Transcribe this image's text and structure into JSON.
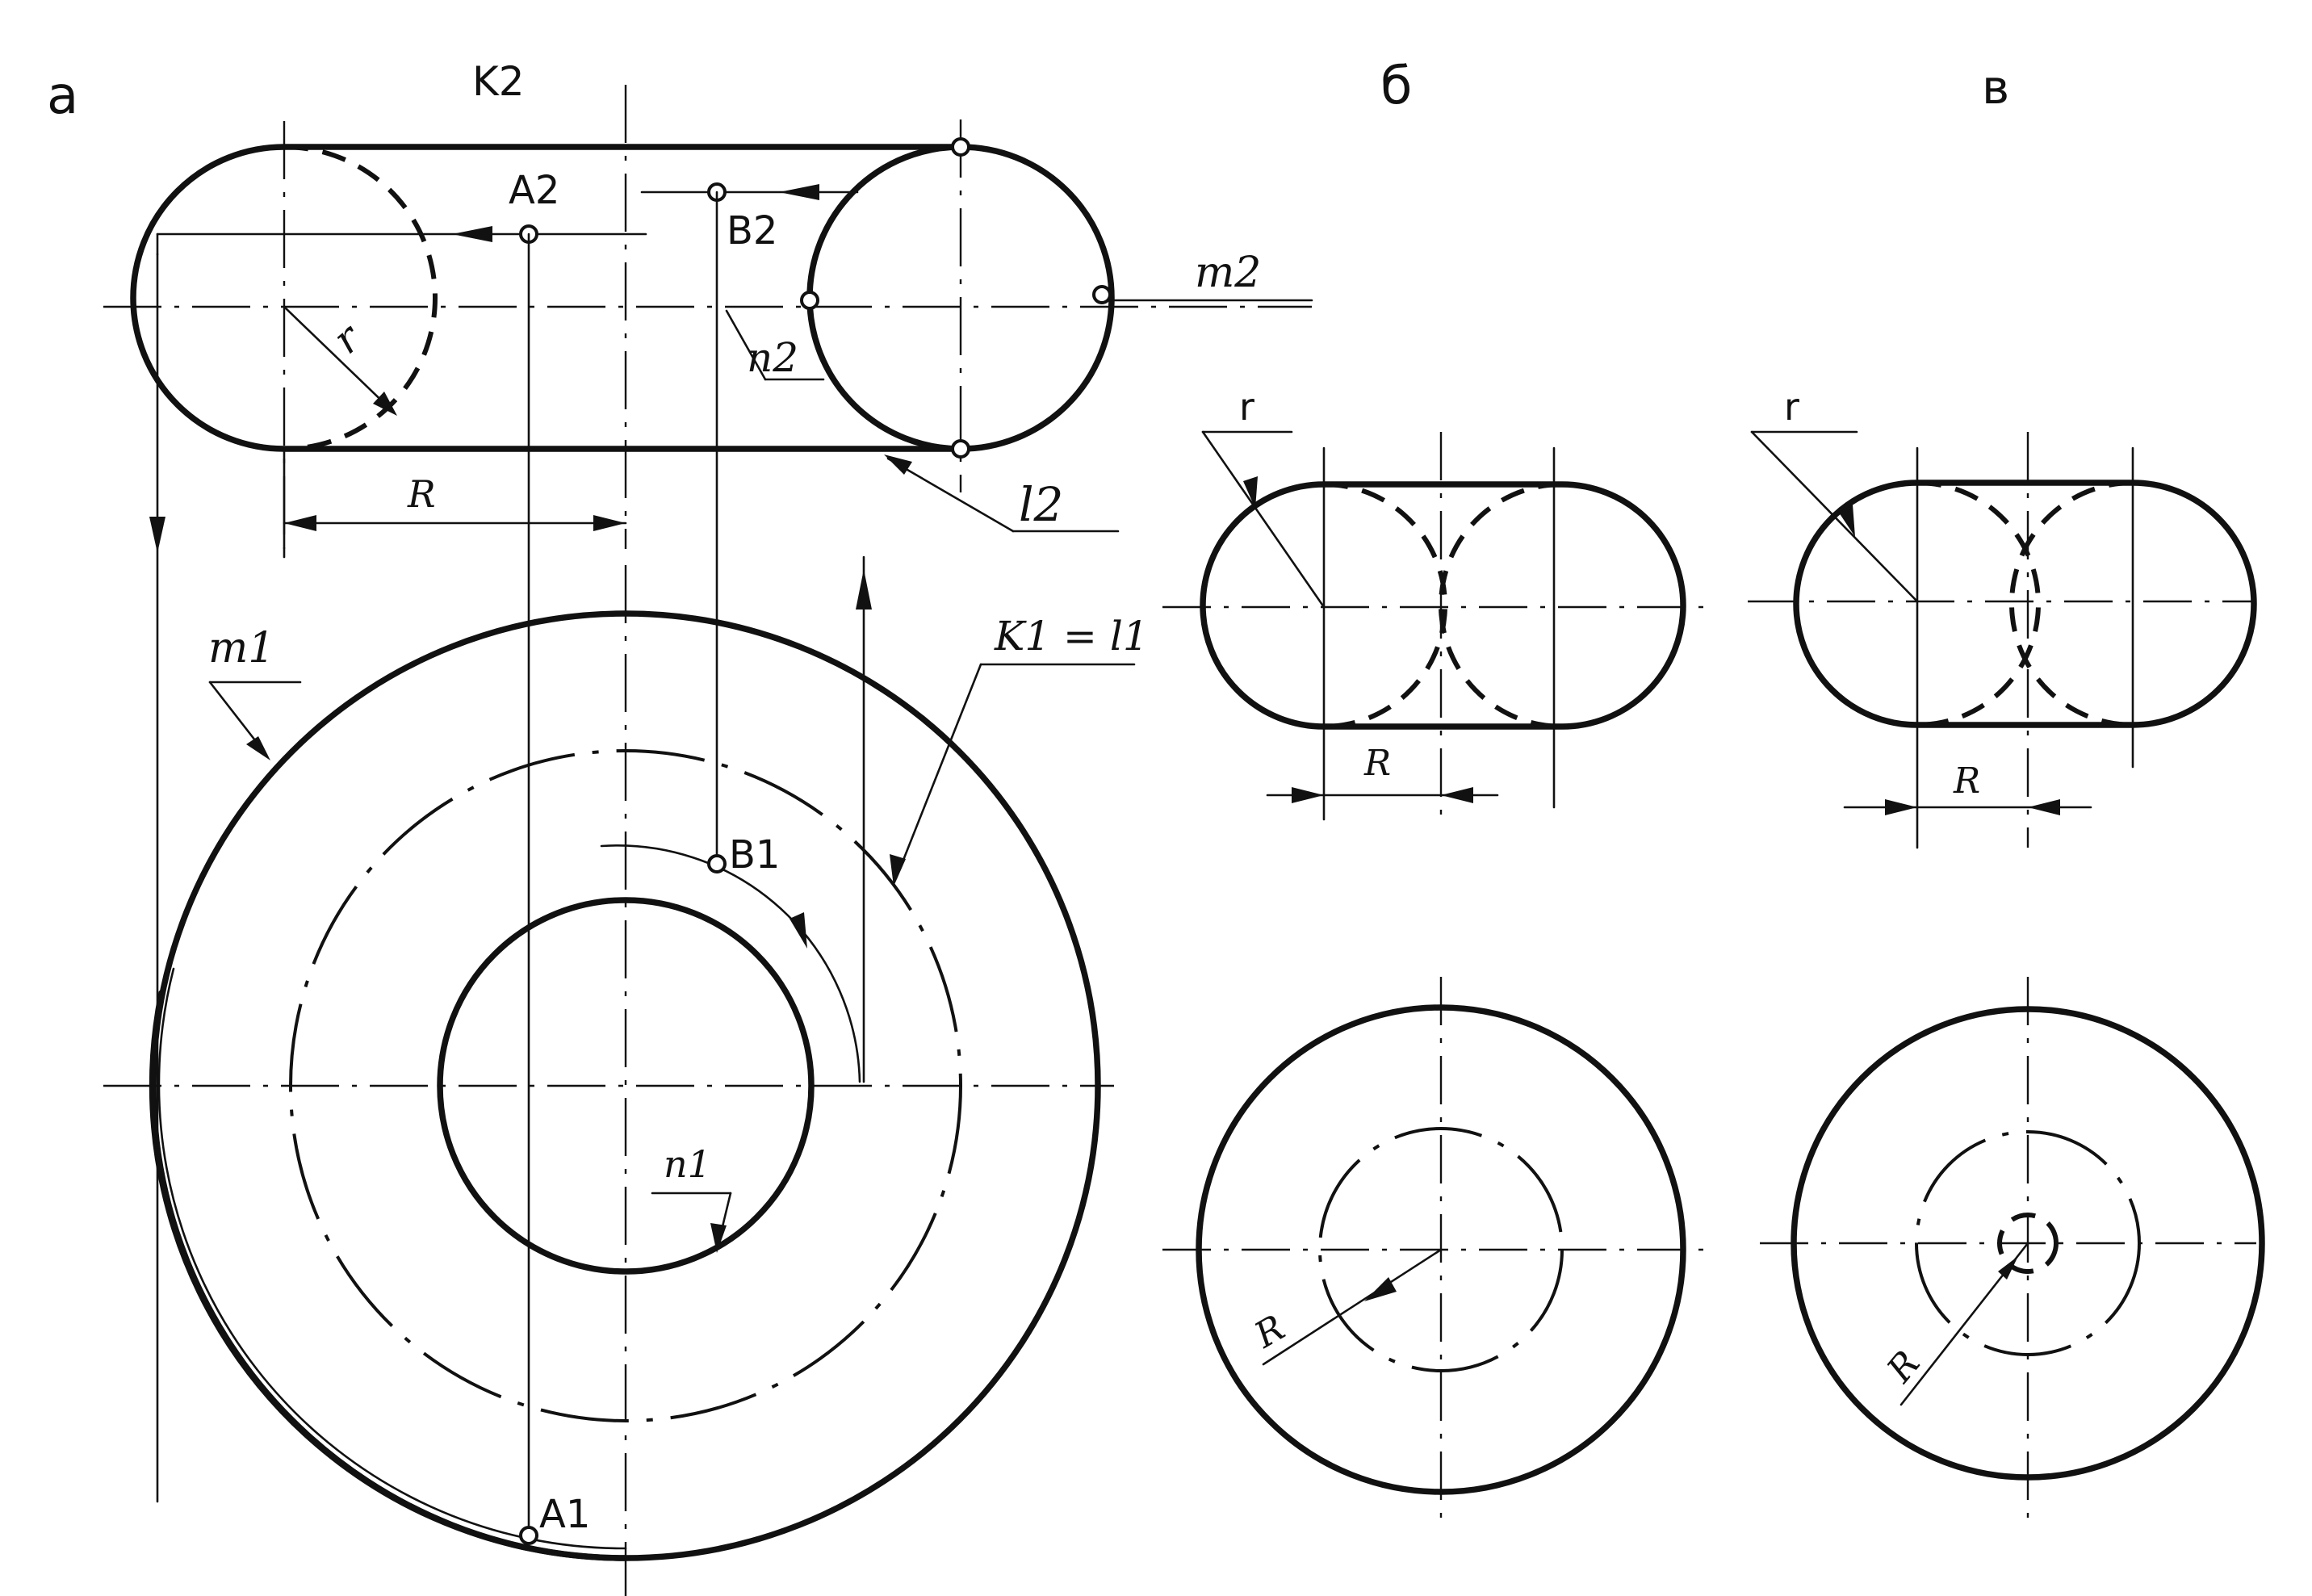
{
  "panels": {
    "a": "а",
    "b": "б",
    "v": "в"
  },
  "labels": {
    "k2": "K2",
    "m2": "m2",
    "n2": "n2",
    "l2": "l2",
    "A2": "A2",
    "B2": "B2",
    "r": "r",
    "R": "R",
    "m1": "m1",
    "k1_eq_l1": "K1 = l1",
    "B1": "B1",
    "n1": "n1",
    "A1": "A1"
  },
  "panel_b_labels": {
    "r": "r",
    "R_top": "R",
    "R_bottom": "R"
  },
  "panel_v_labels": {
    "r": "r",
    "R_top": "R",
    "R_bottom": "R"
  },
  "colors": {
    "ink": "#111111",
    "paper": "#ffffff"
  }
}
